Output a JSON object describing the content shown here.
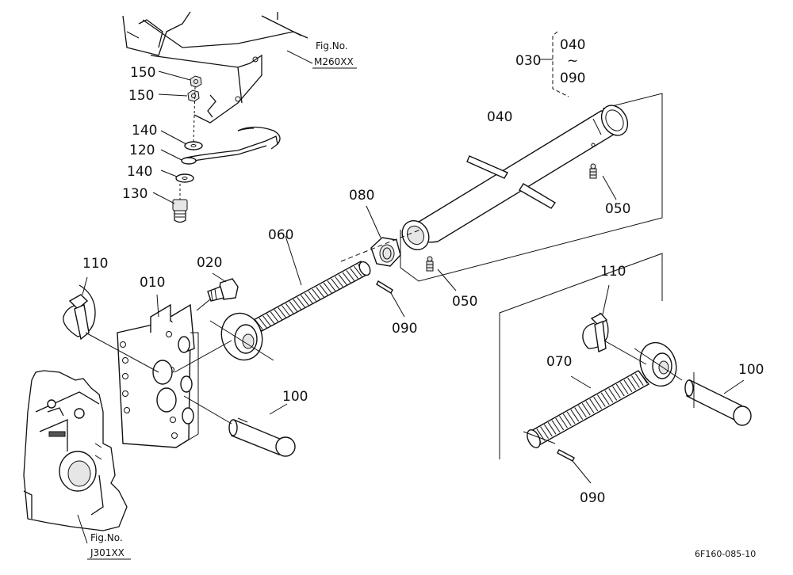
{
  "refs": {
    "fig_top": "Fig.No.",
    "fig_top_code": "M260XX",
    "fig_bottom": "Fig.No.",
    "fig_bottom_code": "J301XX",
    "drawing_code": "6F160-085-10"
  },
  "callouts": {
    "c030": "030",
    "c040_range": "040",
    "range_sep": "~",
    "c090_range": "090",
    "c150a": "150",
    "c150b": "150",
    "c140a": "140",
    "c120": "120",
    "c140b": "140",
    "c130": "130",
    "c040": "040",
    "c080": "080",
    "c060": "060",
    "c050a": "050",
    "c050b": "050",
    "c020": "020",
    "c110a": "110",
    "c010": "010",
    "c090a": "090",
    "c100a": "100",
    "c110b": "110",
    "c070": "070",
    "c100b": "100",
    "c090b": "090"
  },
  "colors": {
    "ink": "#111111",
    "paper": "#ffffff",
    "shade": "#e6e6e6"
  }
}
